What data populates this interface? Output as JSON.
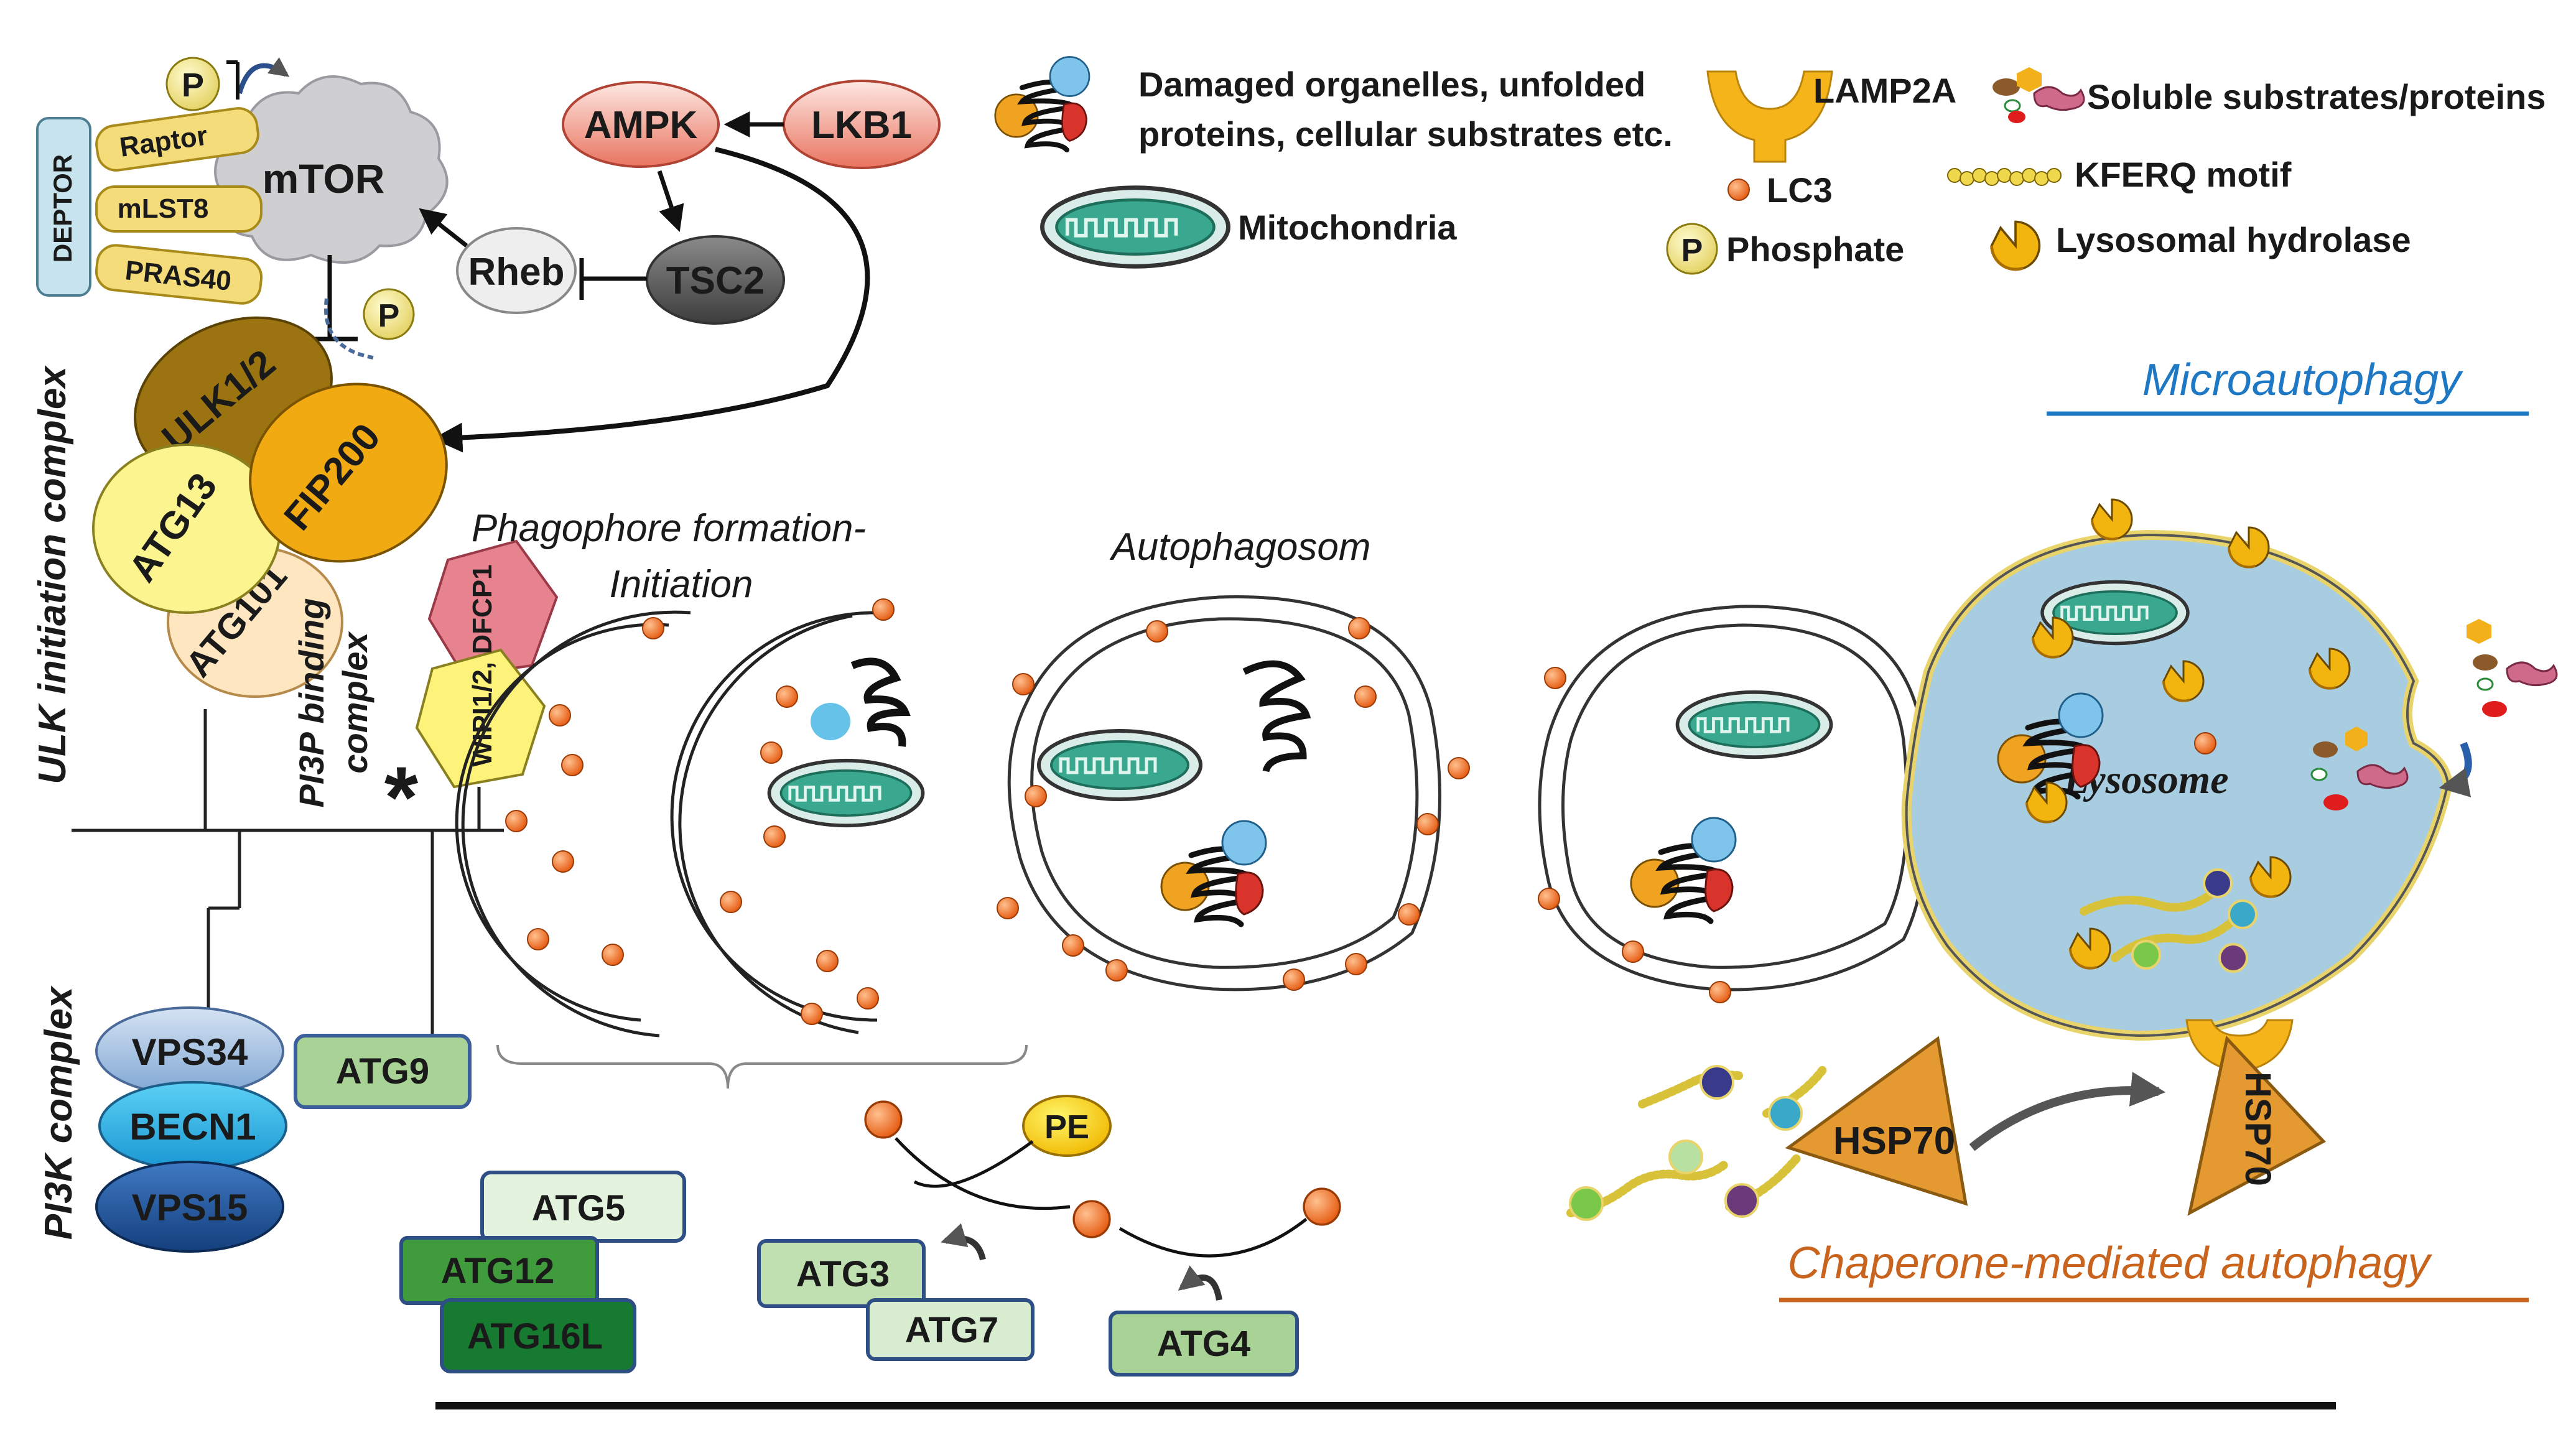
{
  "legend": {
    "damaged": "Damaged organelles, unfolded",
    "damaged2": "proteins, cellular substrates etc.",
    "mitochondria": "Mitochondria",
    "lamp2a": "LAMP2A",
    "lc3": "LC3",
    "phosphate": "Phosphate",
    "soluble": "Soluble substrates/proteins",
    "kferq": "KFERQ motif",
    "hydrolase": "Lysosomal hydrolase"
  },
  "mtor": {
    "p_symbol": "P",
    "deptor": "DEPTOR",
    "raptor": "Raptor",
    "mlst8": "mLST8",
    "pras40": "PRAS40",
    "mtor": "mTOR",
    "rheb": "Rheb",
    "tsc2": "TSC2",
    "ampk": "AMPK",
    "lkb1": "LKB1"
  },
  "ulk": {
    "side_label": "ULK initiation complex",
    "ulk12": "ULK1/2",
    "fip200": "FIP200",
    "atg13": "ATG13",
    "atg101": "ATG101"
  },
  "pi3p": {
    "label1": "PI3P binding",
    "label2": "complex",
    "wipi": "WIPI1/2, DFCP1",
    "asterisk": "*"
  },
  "pi3k": {
    "side_label": "PI3K complex",
    "vps34": "VPS34",
    "becn1": "BECN1",
    "vps15": "VPS15",
    "atg9": "ATG9"
  },
  "conjugation": {
    "atg5": "ATG5",
    "atg12": "ATG12",
    "atg16l": "ATG16L",
    "atg3": "ATG3",
    "atg7": "ATG7",
    "atg4": "ATG4",
    "pe": "PE"
  },
  "stages": {
    "phagophore1": "Phagophore formation-",
    "phagophore2": "Initiation",
    "autophagosome": "Autophagosom",
    "lysosome": "Lysosome",
    "micro": "Microautophagy",
    "cma": "Chaperone-mediated autophagy",
    "hsp70": "HSP70"
  },
  "colors": {
    "micro_blue": "#1f78c4",
    "cma_orange": "#c8641e",
    "lysosome_fill": "#a9cde0",
    "lc3_orange": "#f07a30",
    "hsp70_orange": "#e49a30"
  }
}
